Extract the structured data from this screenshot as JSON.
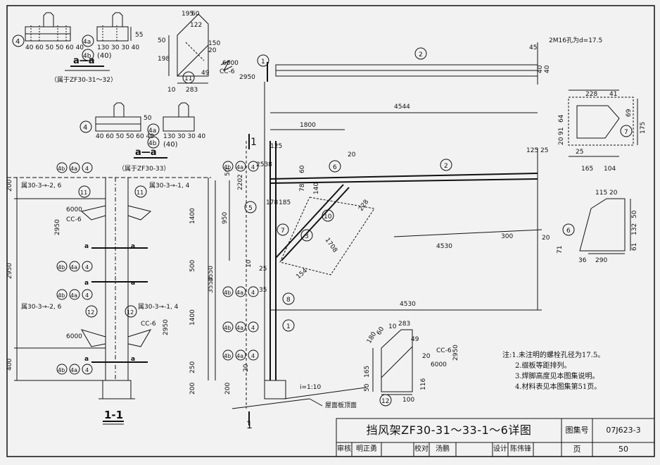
{
  "title_block": {
    "title": "挡风架ZF30-31～33-1～6详图",
    "atlas_label": "图集号",
    "atlas_no": "07J623-3",
    "page_label": "页",
    "page_no": "50",
    "roles": [
      "审核",
      "明正勇",
      "校对",
      "汤鹏",
      "设计",
      "陈伟锋"
    ]
  },
  "notes": [
    "注:1.未注明的螺栓孔径为17.5。",
    "2.缀板等距排列。",
    "3.焊脚高度见本图集说明。",
    "4.材料表见本图集第51页。"
  ],
  "section_aa_top": {
    "label": "a—a",
    "note": "（属于ZF30-31～32）",
    "dims_left": "40 60 50 50 60 40",
    "dims_right": "130 30 30 40",
    "dim_side": "55",
    "marks": [
      "4",
      "4a",
      "4b",
      "(40)"
    ]
  },
  "section_aa_mid": {
    "label": "a—a",
    "note": "（属于ZF30-33）",
    "dims_left": "40 60 50 50 60 40",
    "dims_right": "130 30 30 40",
    "dim_side": "50",
    "marks": [
      "4",
      "4a",
      "4b",
      "(40)"
    ]
  },
  "gusset_11": {
    "mark": "11",
    "dims": [
      "195",
      "60",
      "122",
      "20",
      "150",
      "198",
      "50",
      "49",
      "6000",
      "2950",
      "CC-6",
      "10",
      "283"
    ]
  },
  "section_11": {
    "label": "1-1",
    "heights": [
      "200",
      "2950",
      "400",
      "200"
    ],
    "inner": [
      "1400",
      "500",
      "1400",
      "250"
    ],
    "total": "3550",
    "brace_notes": [
      "属30-3→-2, 6",
      "属30-3→-1, 4",
      "属30-3→-2, 6",
      "属30-3→-1, 4"
    ],
    "dims": [
      "6000",
      "2950",
      "CC-6"
    ],
    "section_marks": [
      "a",
      "a",
      "a",
      "a",
      "a",
      "a"
    ],
    "marks": [
      "4b",
      "4a",
      "4",
      "11",
      "12"
    ]
  },
  "elevation": {
    "marks": [
      "1",
      "2",
      "3",
      "4",
      "4a",
      "4b",
      "5",
      "6",
      "7",
      "8",
      "10"
    ],
    "cut_label": "1",
    "beam_note": "2M16孔为d=17.5",
    "beam_dims": [
      "45",
      "40",
      "40"
    ],
    "dims": {
      "d4544": "4544",
      "d1800": "1800",
      "d4530a": "4530",
      "d4530b": "4530",
      "d125": "125",
      "d25": "25",
      "d125b": "125",
      "d25b": "25",
      "d950": "950",
      "d3550": "3550",
      "d1708": "1708",
      "d154": "154",
      "d228": "228",
      "d300": "300",
      "d20": "20",
      "d35": "35",
      "d200": "200",
      "d178": "178",
      "d185": "185",
      "d60": "60",
      "d140": "140",
      "d78": "78",
      "d2538": "2538",
      "d2202": "2202",
      "d50": "50",
      "d10": "10"
    },
    "ground_note": "屋面板顶面",
    "slope": "i=1:10"
  },
  "plate_7": {
    "mark": "7",
    "dims": [
      "228",
      "41",
      "64",
      "91",
      "20",
      "25",
      "165",
      "104",
      "175",
      "69"
    ]
  },
  "plate_6": {
    "mark": "6",
    "dims": [
      "115",
      "20",
      "50",
      "132",
      "61",
      "71",
      "36",
      "290"
    ]
  },
  "plate_12": {
    "mark": "12",
    "dims": [
      "180",
      "60",
      "10",
      "283",
      "49",
      "20",
      "6000",
      "CC-6",
      "2950",
      "50",
      "165",
      "116",
      "100"
    ]
  }
}
